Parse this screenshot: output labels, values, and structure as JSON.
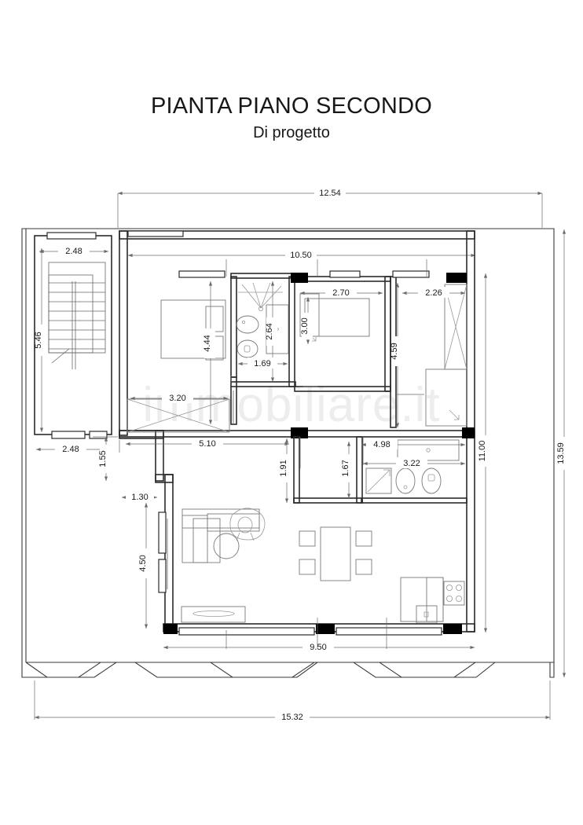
{
  "title": {
    "main": "PIANTA PIANO SECONDO",
    "sub": "Di progetto"
  },
  "watermark": "immobiliare.it",
  "colors": {
    "line": "#2b2b2b",
    "thin_line": "#555555",
    "dim_line": "#6b6b6b",
    "wall_fill": "#000000",
    "furniture": "#6f6f6f",
    "text": "#1a1a1a",
    "watermark": "#ededed",
    "background": "#ffffff"
  },
  "dimensions": {
    "overall_top": "12.54",
    "inner_top": "10.50",
    "overall_bottom": "15.32",
    "inner_bottom": "9.50",
    "overall_right": "13.59",
    "inner_right": "11.00",
    "stair_width_top": "2.48",
    "stair_height": "5.46",
    "stair_width_bottom": "2.48",
    "offset_1_55": "1.55",
    "offset_1_30": "1.30",
    "left_wall_4_50": "4.50",
    "bedroom_width": "3.20",
    "bedroom_height": "4.44",
    "bedroom_span": "5.10",
    "bath_width": "1.69",
    "bath_height": "2.64",
    "bedroom2_width": "2.70",
    "bedroom2_bed": "3.00",
    "closet_width": "2.26",
    "closet_height": "4.59",
    "corridor_1_91": "1.91",
    "corridor_1_67": "1.67",
    "bath2_span": "4.98",
    "bath2_width": "3.22"
  },
  "rooms": [
    {
      "name": "stairwell",
      "label": ""
    },
    {
      "name": "bedroom-master",
      "label": ""
    },
    {
      "name": "bathroom-main",
      "label": ""
    },
    {
      "name": "bedroom-second",
      "label": ""
    },
    {
      "name": "closet-wardrobe",
      "label": ""
    },
    {
      "name": "shower-room",
      "label": ""
    },
    {
      "name": "corridor",
      "label": ""
    },
    {
      "name": "bathroom-service",
      "label": ""
    },
    {
      "name": "living-room",
      "label": ""
    },
    {
      "name": "kitchen",
      "label": ""
    },
    {
      "name": "terrace",
      "label": ""
    }
  ],
  "furniture": [
    {
      "name": "double-bed"
    },
    {
      "name": "wardrobe-master"
    },
    {
      "name": "shower-fan"
    },
    {
      "name": "washbasin"
    },
    {
      "name": "toilet"
    },
    {
      "name": "bathtub"
    },
    {
      "name": "single-bed"
    },
    {
      "name": "wardrobe-x"
    },
    {
      "name": "shower-cabin"
    },
    {
      "name": "vanity-counter"
    },
    {
      "name": "bidet"
    },
    {
      "name": "wc"
    },
    {
      "name": "sofa-l-shape"
    },
    {
      "name": "armchair"
    },
    {
      "name": "round-coffee-table"
    },
    {
      "name": "dining-table"
    },
    {
      "name": "dining-chair"
    },
    {
      "name": "tv-console"
    },
    {
      "name": "kitchen-counter"
    },
    {
      "name": "cooktop"
    },
    {
      "name": "kitchen-sink"
    }
  ]
}
